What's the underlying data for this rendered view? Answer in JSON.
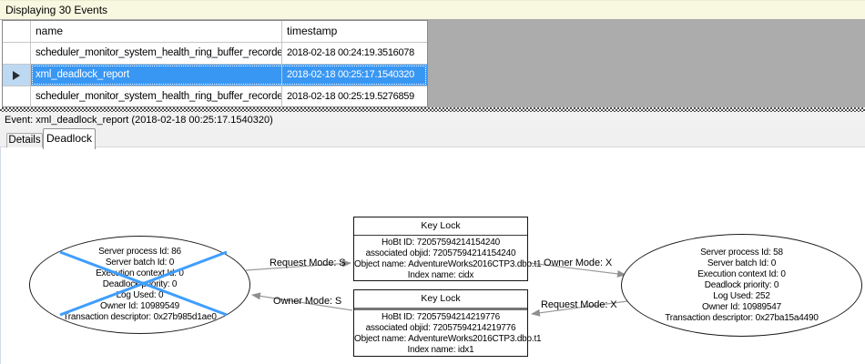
{
  "window": {
    "title_bar": "Displaying 30 Events"
  },
  "events_table": {
    "columns": [
      {
        "label": "name"
      },
      {
        "label": "timestamp"
      }
    ],
    "rows": [
      {
        "name": "scheduler_monitor_system_health_ring_buffer_recorded",
        "timestamp": "2018-02-18 00:24:19.3516078"
      },
      {
        "name": "xml_deadlock_report",
        "timestamp": "2018-02-18 00:25:17.1540320"
      },
      {
        "name": "scheduler_monitor_system_health_ring_buffer_recorded",
        "timestamp": "2018-02-18 00:25:19.5276859"
      }
    ],
    "selected_row_index": 1
  },
  "event_bar": {
    "label": "Event: xml_deadlock_report (2018-02-18 00:25:17.1540320)"
  },
  "tabs": {
    "details": "Details",
    "deadlock": "Deadlock",
    "active": "Deadlock"
  },
  "deadlock_graph": {
    "victim_process": {
      "lines": [
        "Server process Id: 86",
        "Server batch Id: 0",
        "Execution context Id: 0",
        "Deadlock priority: 0",
        "Log Used: 0",
        "Owner Id: 10989549",
        "Transaction descriptor: 0x27b985d1ae0"
      ]
    },
    "surviving_process": {
      "lines": [
        "Server process Id: 58",
        "Server batch Id: 0",
        "Execution context Id: 0",
        "Deadlock priority: 0",
        "Log Used: 252",
        "Owner Id: 10989547",
        "Transaction descriptor: 0x27ba15a4490"
      ]
    },
    "lock_top": {
      "title": "Key Lock",
      "lines": [
        "HoBt ID: 72057594214154240",
        "associated objid: 72057594214154240",
        "Object name: AdventureWorks2016CTP3.dbo.t1",
        "Index name: cidx"
      ]
    },
    "lock_bottom": {
      "title": "Key Lock",
      "lines": [
        "HoBt ID: 72057594214219776",
        "associated objid: 72057594214219776",
        "Object name: AdventureWorks2016CTP3.dbo.t1",
        "Index name: idx1"
      ]
    },
    "edge_labels": {
      "request_s": "Request Mode: S",
      "owner_s": "Owner Mode: S",
      "owner_x": "Owner Mode: X",
      "request_x": "Request Mode: X"
    }
  },
  "colors": {
    "selection_blue": "#3997F4",
    "selection_gutter_blue": "#BDD9F2",
    "victim_cross_blue": "#3F9EFF",
    "title_bar_yellow": "#F8F8E1",
    "table_filler_gray": "#ACACAC",
    "arrow_gray": "#8F8F8F"
  }
}
